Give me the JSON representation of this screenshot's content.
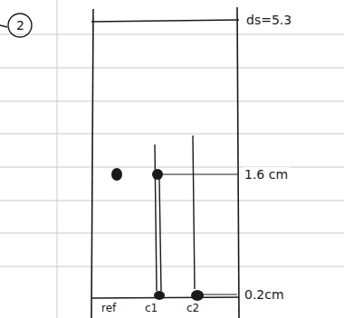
{
  "diagram": {
    "labels": [
      "2",
      "ds=5.3",
      "1.6 cm",
      "0.2cm",
      "ref",
      "c1",
      "c2"
    ]
  }
}
